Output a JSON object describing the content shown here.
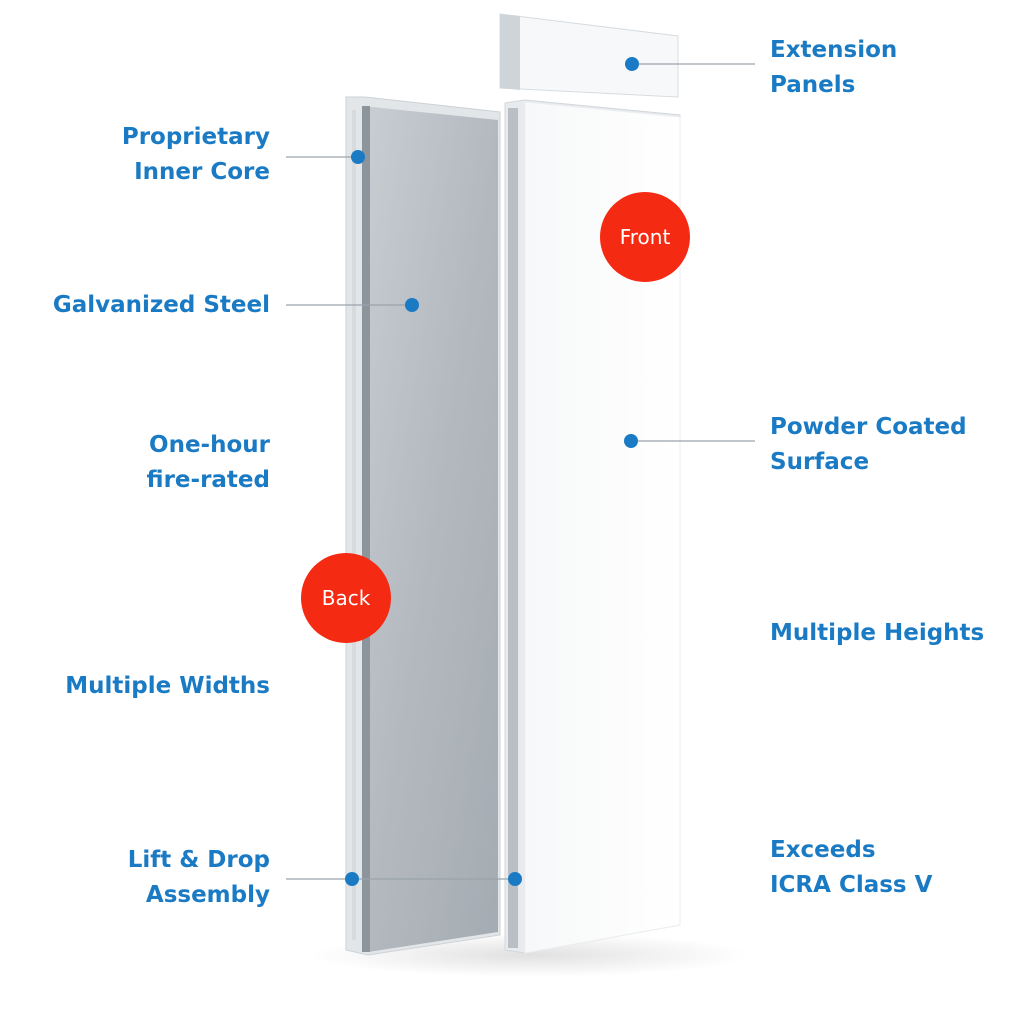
{
  "colors": {
    "label": "#1a7bc4",
    "badge": "#f52a12",
    "callout_dot": "#1a7bc4",
    "leader_line": "#9aa3ab"
  },
  "badges": {
    "front": "Front",
    "back": "Back"
  },
  "labels_left": [
    {
      "lines": [
        "Proprietary",
        "Inner Core"
      ]
    },
    {
      "lines": [
        "Galvanized Steel"
      ]
    },
    {
      "lines": [
        "One-hour",
        "fire-rated"
      ]
    },
    {
      "lines": [
        "Multiple Widths"
      ]
    },
    {
      "lines": [
        "Lift & Drop",
        "Assembly"
      ]
    }
  ],
  "labels_right": [
    {
      "lines": [
        "Extension",
        "Panels"
      ]
    },
    {
      "lines": [
        "Powder Coated",
        "Surface"
      ]
    },
    {
      "lines": [
        "Multiple Heights"
      ]
    },
    {
      "lines": [
        "Exceeds",
        "ICRA Class V"
      ]
    }
  ]
}
